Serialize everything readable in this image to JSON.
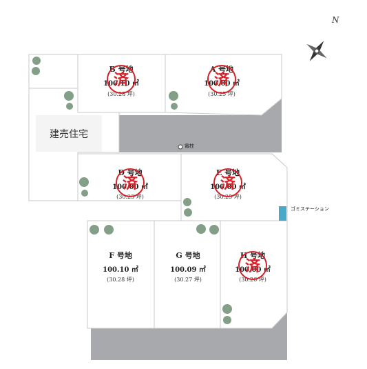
{
  "house_label": "建売住宅",
  "compass_label": "N",
  "pole_label": "電柱",
  "garbage_label": "ゴミステーション",
  "sold_mark": "済",
  "colors": {
    "road": "#a7a9ac",
    "sold": "#d3232a",
    "tree": "#6f8f74",
    "garbage": "#4aa9c9",
    "house_bg": "#f3f4f3",
    "outline": "#c9c9c9"
  },
  "lots": [
    {
      "id": "B",
      "name": "B 号地",
      "area": "100.10 ㎡",
      "tsubo": "(30.28 坪)",
      "sold": true
    },
    {
      "id": "A",
      "name": "A 号地",
      "area": "100.00 ㎡",
      "tsubo": "(30.25 坪)",
      "sold": true
    },
    {
      "id": "D",
      "name": "D 号地",
      "area": "100.00 ㎡",
      "tsubo": "(30.25 坪)",
      "sold": true
    },
    {
      "id": "E",
      "name": "E 号地",
      "area": "100.00 ㎡",
      "tsubo": "(30.25 坪)",
      "sold": true
    },
    {
      "id": "F",
      "name": "F 号地",
      "area": "100.10 ㎡",
      "tsubo": "(30.28 坪)",
      "sold": false
    },
    {
      "id": "G",
      "name": "G 号地",
      "area": "100.09 ㎡",
      "tsubo": "(30.27 坪)",
      "sold": false
    },
    {
      "id": "H",
      "name": "H 号地",
      "area": "100.00 ㎡",
      "tsubo": "(30.26 坪)",
      "sold": true
    }
  ]
}
